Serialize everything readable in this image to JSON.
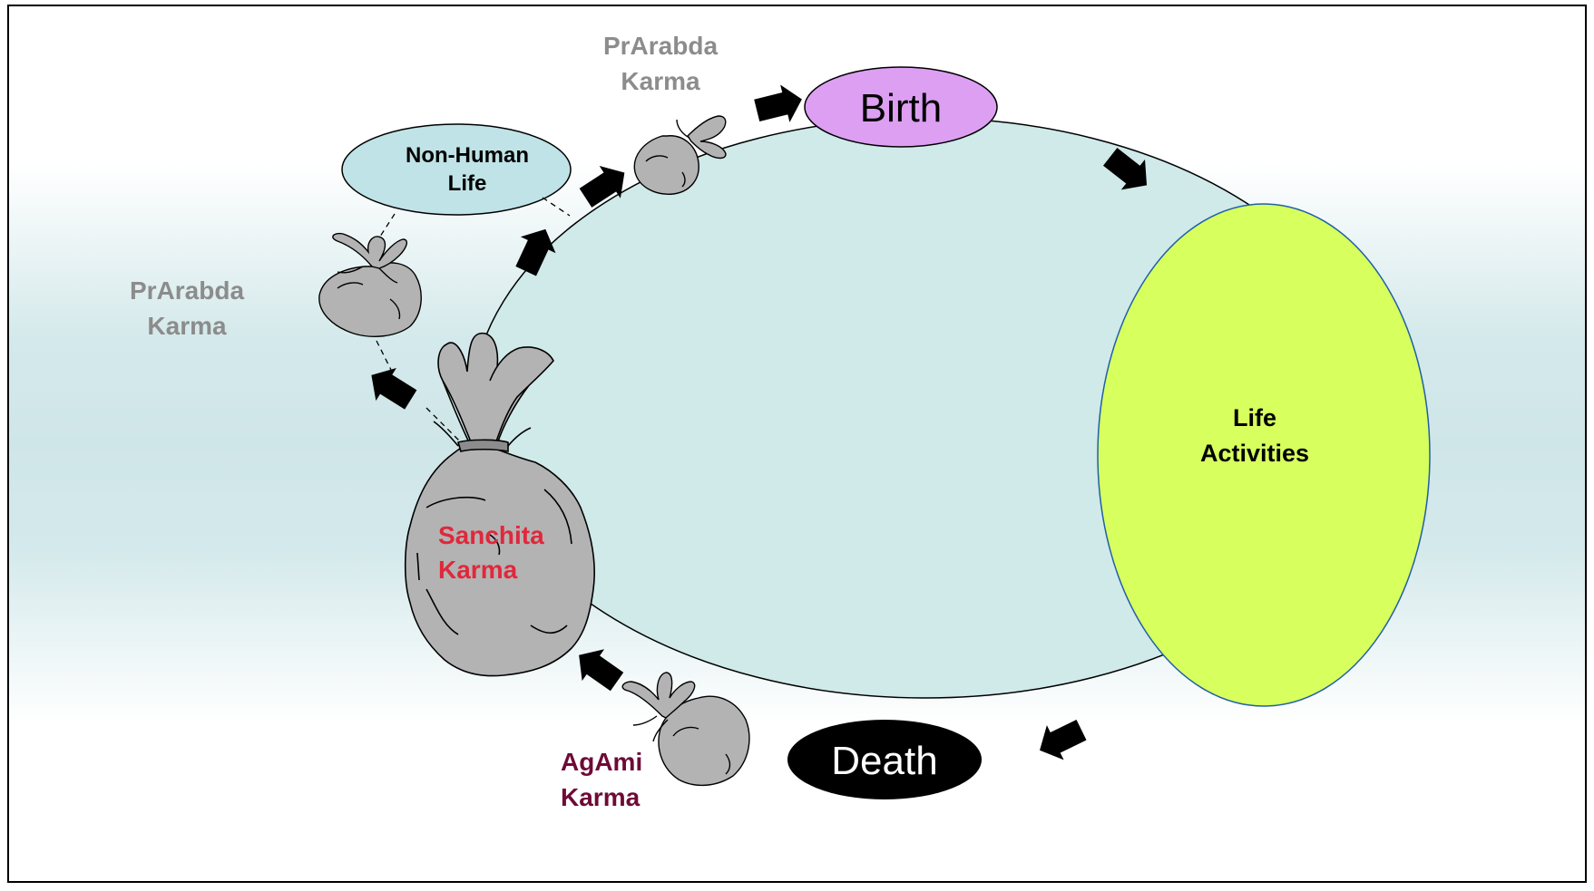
{
  "nodes": {
    "birth": "Birth",
    "death": "Death",
    "life_activities": [
      "Life",
      "Activities"
    ],
    "non_human_life": [
      "Non-Human",
      "Life"
    ]
  },
  "karma_labels": {
    "prarabda_top": [
      "PrArabda",
      "Karma"
    ],
    "prarabda_left": [
      "PrArabda",
      "Karma"
    ],
    "sanchita": [
      "Sanchita",
      "Karma"
    ],
    "agami": [
      "AgAmi",
      "Karma"
    ]
  },
  "colors": {
    "background_center": "#cfe6e8",
    "cycle_fill": "#d0e9e9",
    "birth_fill": "#dd9ff2",
    "death_fill": "#000000",
    "life_activities_fill": "#d7ff5e",
    "non_human_fill": "#bfe3e6",
    "sack_fill": "#b3b3b3",
    "prarabda_text": "#8c8c8c",
    "sanchita_text": "#e0283c",
    "agami_text": "#6e0a37"
  },
  "icons": [
    "karma-sack-icon",
    "arrow-icon"
  ]
}
